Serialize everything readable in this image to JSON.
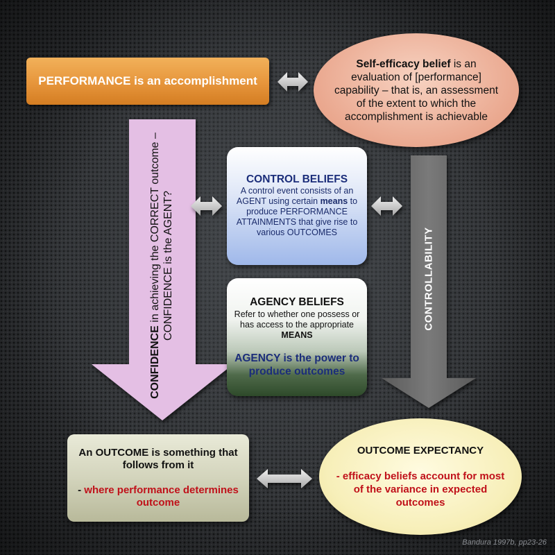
{
  "performance": {
    "label_bold": "PERFORMANCE",
    "label_rest": " is an accomplishment"
  },
  "self_efficacy": {
    "term": "Self-efficacy belief",
    "definition": " is an evaluation of [performance] capability – that is, an assessment of the extent to which the accomplishment is achievable"
  },
  "control_beliefs": {
    "title": "CONTROL BELIEFS",
    "text_part1": "A control event consists of an AGENT using certain ",
    "text_bold": "means",
    "text_part2": " to produce PERFORMANCE ATTAINMENTS that give rise to various OUTCOMES"
  },
  "agency_beliefs": {
    "title": "AGENCY BELIEFS",
    "text_part1": "Refer to whether one possess or has access to the appropriate ",
    "text_bold": "MEANS",
    "power": "AGENCY is the power to produce outcomes"
  },
  "confidence": {
    "bold": "CONFIDENCE",
    "rest": " in achieving the CORRECT outcome – CONFIDENCE is the AGENT?"
  },
  "controllability": "CONTROLLABILITY",
  "outcome": {
    "text": "An OUTCOME is something that follows from it",
    "dash": "- ",
    "red_text": "where performance determines outcome"
  },
  "outcome_expectancy": {
    "title": "OUTCOME EXPECTANCY",
    "red_text": "- efficacy beliefs account for most of the variance in expected outcomes"
  },
  "citation": "Bandura 1997b, pp23-26",
  "colors": {
    "performance": "#e6953b",
    "self_efficacy": "#eaa88f",
    "confidence_arrow": "#e3bde3",
    "controllability_arrow": "#6e6e6e",
    "navy": "#1b2d7a",
    "red": "#c0111a"
  }
}
